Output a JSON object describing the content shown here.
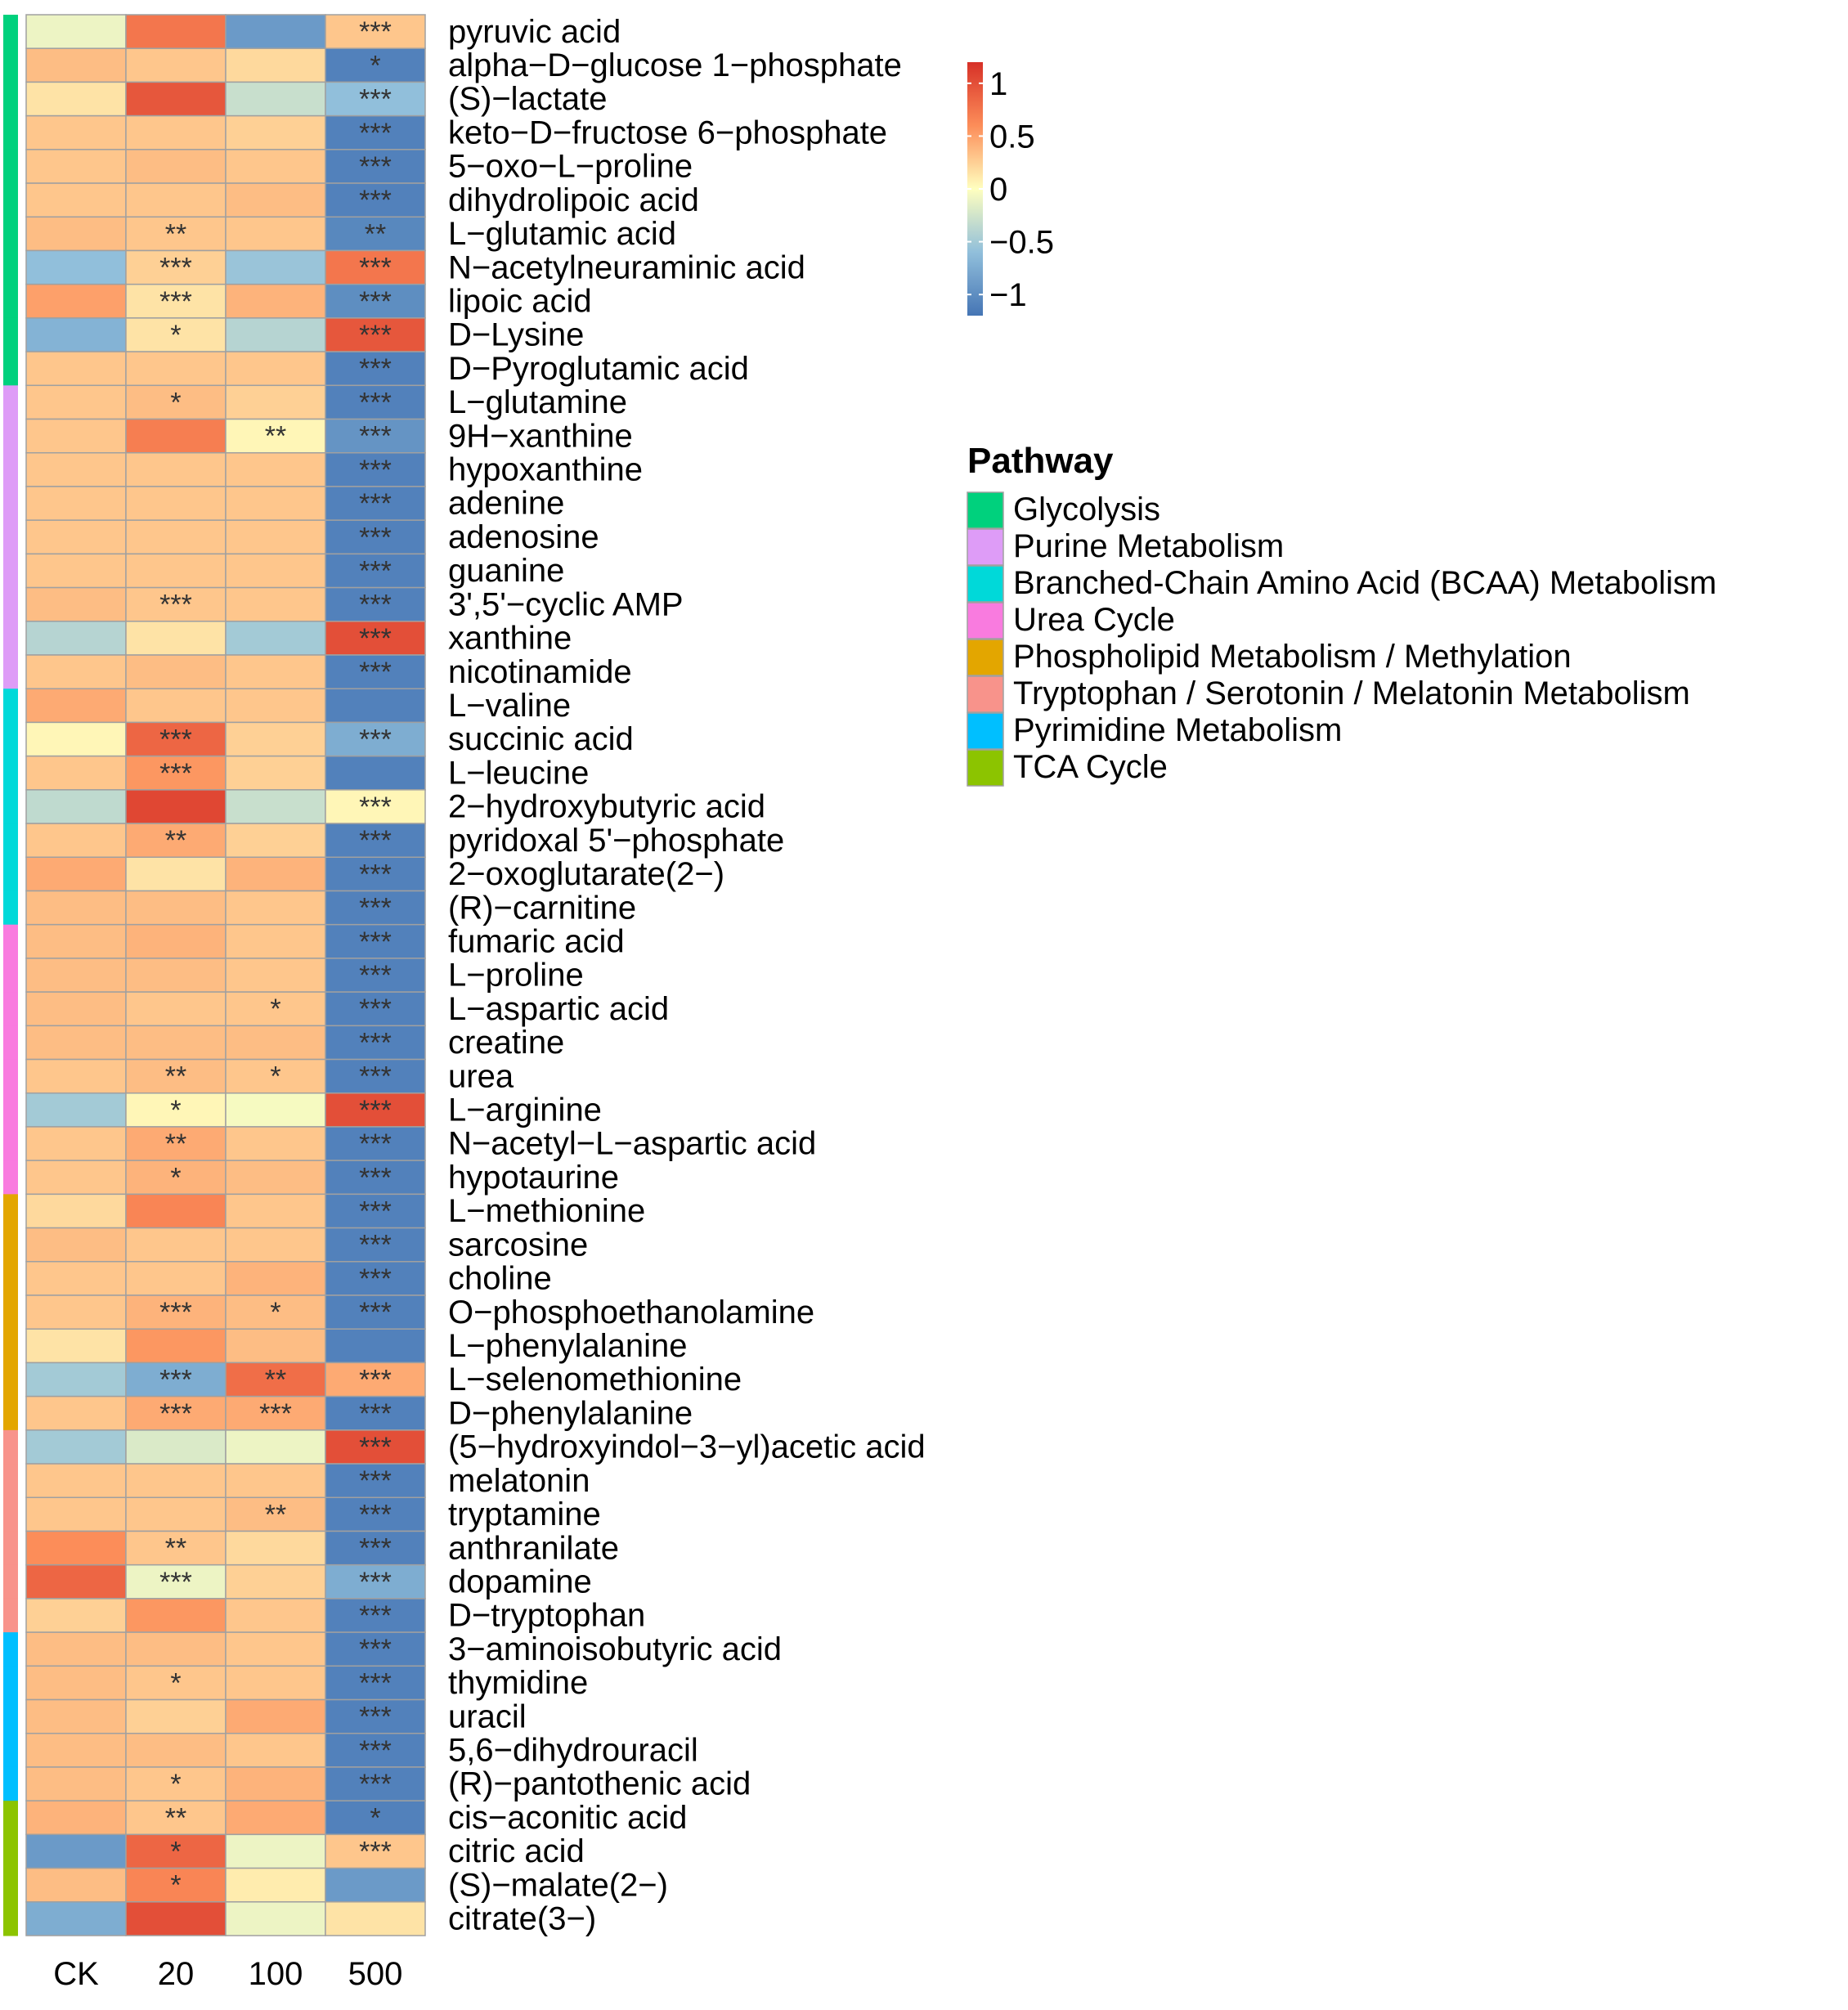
{
  "chart_data": {
    "type": "heatmap",
    "title": "",
    "columns": [
      "CK",
      "20",
      "100",
      "500"
    ],
    "color_scale": {
      "min": -1.2,
      "max": 1.2,
      "ticks": [
        1,
        0.5,
        0,
        -0.5,
        -1
      ],
      "tick_labels": [
        "1",
        "0.5",
        "0",
        "−0.5",
        "−1"
      ],
      "low_color": "#4575B4",
      "mid_color": "#FFFFBF",
      "high_color": "#D73027"
    },
    "legend_title": "Pathway",
    "pathways": [
      {
        "name": "Glycolysis",
        "color": "#00D17D"
      },
      {
        "name": "Purine Metabolism",
        "color": "#DE9CF7"
      },
      {
        "name": "Branched-Chain Amino Acid (BCAA) Metabolism",
        "color": "#00D9D9"
      },
      {
        "name": "Urea Cycle",
        "color": "#F97BDF"
      },
      {
        "name": "Phospholipid Metabolism / Methylation",
        "color": "#E3A600"
      },
      {
        "name": "Tryptophan / Serotonin / Melatonin Metabolism",
        "color": "#F8938B"
      },
      {
        "name": "Pyrimidine Metabolism",
        "color": "#00BFFF"
      },
      {
        "name": "TCA Cycle",
        "color": "#8CC400"
      }
    ],
    "rows": [
      {
        "name": "pyruvic acid",
        "pathway": 0,
        "values": [
          -0.1,
          0.75,
          -0.9,
          0.3
        ],
        "stars": [
          "",
          "",
          "",
          "***"
        ]
      },
      {
        "name": "alpha−D−glucose 1−phosphate",
        "pathway": 0,
        "values": [
          0.35,
          0.3,
          0.2,
          -1.1
        ],
        "stars": [
          "",
          "",
          "",
          "*"
        ]
      },
      {
        "name": "(S)−lactate",
        "pathway": 0,
        "values": [
          0.15,
          0.95,
          -0.3,
          -0.6
        ],
        "stars": [
          "",
          "",
          "",
          "***"
        ]
      },
      {
        "name": "keto−D−fructose 6−phosphate",
        "pathway": 0,
        "values": [
          0.3,
          0.3,
          0.25,
          -1.1
        ],
        "stars": [
          "",
          "",
          "",
          "***"
        ]
      },
      {
        "name": "5−oxo−L−proline",
        "pathway": 0,
        "values": [
          0.3,
          0.35,
          0.3,
          -1.1
        ],
        "stars": [
          "",
          "",
          "",
          "***"
        ]
      },
      {
        "name": "dihydrolipoic acid",
        "pathway": 0,
        "values": [
          0.3,
          0.3,
          0.35,
          -1.1
        ],
        "stars": [
          "",
          "",
          "",
          "***"
        ]
      },
      {
        "name": "L−glutamic acid",
        "pathway": 0,
        "values": [
          0.35,
          0.3,
          0.3,
          -1.05
        ],
        "stars": [
          "",
          "**",
          "",
          "**"
        ]
      },
      {
        "name": "N−acetylneuraminic acid",
        "pathway": 0,
        "values": [
          -0.6,
          0.25,
          -0.55,
          0.75
        ],
        "stars": [
          "",
          "***",
          "",
          "***"
        ]
      },
      {
        "name": "lipoic acid",
        "pathway": 0,
        "values": [
          0.5,
          0.15,
          0.4,
          -1.0
        ],
        "stars": [
          "",
          "***",
          "",
          "***"
        ]
      },
      {
        "name": "D−Lysine",
        "pathway": 0,
        "values": [
          -0.7,
          0.15,
          -0.4,
          0.95
        ],
        "stars": [
          "",
          "*",
          "",
          "***"
        ]
      },
      {
        "name": "D−Pyroglutamic acid",
        "pathway": 0,
        "values": [
          0.3,
          0.3,
          0.3,
          -1.1
        ],
        "stars": [
          "",
          "",
          "",
          "***"
        ]
      },
      {
        "name": "L−glutamine",
        "pathway": 1,
        "values": [
          0.3,
          0.35,
          0.25,
          -1.1
        ],
        "stars": [
          "",
          "*",
          "",
          "***"
        ]
      },
      {
        "name": "9H−xanthine",
        "pathway": 1,
        "values": [
          0.3,
          0.7,
          0.05,
          -0.95
        ],
        "stars": [
          "",
          "",
          "**",
          "***"
        ]
      },
      {
        "name": "hypoxanthine",
        "pathway": 1,
        "values": [
          0.3,
          0.3,
          0.3,
          -1.1
        ],
        "stars": [
          "",
          "",
          "",
          "***"
        ]
      },
      {
        "name": "adenine",
        "pathway": 1,
        "values": [
          0.3,
          0.3,
          0.3,
          -1.1
        ],
        "stars": [
          "",
          "",
          "",
          "***"
        ]
      },
      {
        "name": "adenosine",
        "pathway": 1,
        "values": [
          0.3,
          0.3,
          0.3,
          -1.1
        ],
        "stars": [
          "",
          "",
          "",
          "***"
        ]
      },
      {
        "name": "guanine",
        "pathway": 1,
        "values": [
          0.3,
          0.3,
          0.3,
          -1.1
        ],
        "stars": [
          "",
          "",
          "",
          "***"
        ]
      },
      {
        "name": "3',5'−cyclic AMP",
        "pathway": 1,
        "values": [
          0.35,
          0.3,
          0.3,
          -1.1
        ],
        "stars": [
          "",
          "***",
          "",
          "***"
        ]
      },
      {
        "name": "xanthine",
        "pathway": 1,
        "values": [
          -0.4,
          0.15,
          -0.5,
          1.0
        ],
        "stars": [
          "",
          "",
          "",
          "***"
        ]
      },
      {
        "name": "nicotinamide",
        "pathway": 1,
        "values": [
          0.3,
          0.35,
          0.3,
          -1.1
        ],
        "stars": [
          "",
          "",
          "",
          "***"
        ]
      },
      {
        "name": "L−valine",
        "pathway": 2,
        "values": [
          0.45,
          0.3,
          0.3,
          -1.1
        ],
        "stars": [
          "",
          "",
          "",
          ""
        ]
      },
      {
        "name": "succinic acid",
        "pathway": 2,
        "values": [
          0.05,
          0.85,
          0.25,
          -0.75
        ],
        "stars": [
          "",
          "***",
          "",
          "***"
        ]
      },
      {
        "name": "L−leucine",
        "pathway": 2,
        "values": [
          0.3,
          0.55,
          0.25,
          -1.1
        ],
        "stars": [
          "",
          "***",
          "",
          ""
        ]
      },
      {
        "name": "2−hydroxybutyric acid",
        "pathway": 2,
        "values": [
          -0.35,
          1.05,
          -0.3,
          0.05
        ],
        "stars": [
          "",
          "",
          "",
          "***"
        ]
      },
      {
        "name": "pyridoxal 5'−phosphate",
        "pathway": 2,
        "values": [
          0.3,
          0.45,
          0.25,
          -1.1
        ],
        "stars": [
          "",
          "**",
          "",
          "***"
        ]
      },
      {
        "name": "2−oxoglutarate(2−)",
        "pathway": 2,
        "values": [
          0.45,
          0.15,
          0.4,
          -1.1
        ],
        "stars": [
          "",
          "",
          "",
          "***"
        ]
      },
      {
        "name": "(R)−carnitine",
        "pathway": 2,
        "values": [
          0.35,
          0.35,
          0.3,
          -1.1
        ],
        "stars": [
          "",
          "",
          "",
          "***"
        ]
      },
      {
        "name": "fumaric acid",
        "pathway": 3,
        "values": [
          0.35,
          0.4,
          0.3,
          -1.1
        ],
        "stars": [
          "",
          "",
          "",
          "***"
        ]
      },
      {
        "name": "L−proline",
        "pathway": 3,
        "values": [
          0.35,
          0.35,
          0.3,
          -1.1
        ],
        "stars": [
          "",
          "",
          "",
          "***"
        ]
      },
      {
        "name": "L−aspartic acid",
        "pathway": 3,
        "values": [
          0.35,
          0.3,
          0.3,
          -1.1
        ],
        "stars": [
          "",
          "",
          "*",
          "***"
        ]
      },
      {
        "name": "creatine",
        "pathway": 3,
        "values": [
          0.35,
          0.35,
          0.35,
          -1.1
        ],
        "stars": [
          "",
          "",
          "",
          "***"
        ]
      },
      {
        "name": "urea",
        "pathway": 3,
        "values": [
          0.3,
          0.35,
          0.3,
          -1.1
        ],
        "stars": [
          "",
          "**",
          "*",
          "***"
        ]
      },
      {
        "name": "L−arginine",
        "pathway": 3,
        "values": [
          -0.5,
          0.05,
          -0.05,
          1.0
        ],
        "stars": [
          "",
          "*",
          "",
          "***"
        ]
      },
      {
        "name": "N−acetyl−L−aspartic acid",
        "pathway": 3,
        "values": [
          0.3,
          0.45,
          0.3,
          -1.1
        ],
        "stars": [
          "",
          "**",
          "",
          "***"
        ]
      },
      {
        "name": "hypotaurine",
        "pathway": 3,
        "values": [
          0.3,
          0.4,
          0.35,
          -1.1
        ],
        "stars": [
          "",
          "*",
          "",
          "***"
        ]
      },
      {
        "name": "L−methionine",
        "pathway": 4,
        "values": [
          0.2,
          0.65,
          0.3,
          -1.1
        ],
        "stars": [
          "",
          "",
          "",
          "***"
        ]
      },
      {
        "name": "sarcosine",
        "pathway": 4,
        "values": [
          0.35,
          0.3,
          0.3,
          -1.1
        ],
        "stars": [
          "",
          "",
          "",
          "***"
        ]
      },
      {
        "name": "choline",
        "pathway": 4,
        "values": [
          0.3,
          0.3,
          0.4,
          -1.1
        ],
        "stars": [
          "",
          "",
          "",
          "***"
        ]
      },
      {
        "name": "O−phosphoethanolamine",
        "pathway": 4,
        "values": [
          0.3,
          0.4,
          0.35,
          -1.1
        ],
        "stars": [
          "",
          "***",
          "*",
          "***"
        ]
      },
      {
        "name": "L−phenylalanine",
        "pathway": 4,
        "values": [
          0.15,
          0.55,
          0.35,
          -1.1
        ],
        "stars": [
          "",
          "",
          "",
          ""
        ]
      },
      {
        "name": "L−selenomethionine",
        "pathway": 4,
        "values": [
          -0.5,
          -0.75,
          0.8,
          0.45
        ],
        "stars": [
          "",
          "***",
          "**",
          "***"
        ]
      },
      {
        "name": "D−phenylalanine",
        "pathway": 4,
        "values": [
          0.3,
          0.45,
          0.45,
          -1.1
        ],
        "stars": [
          "",
          "***",
          "***",
          "***"
        ]
      },
      {
        "name": "(5−hydroxyindol−3−yl)acetic acid",
        "pathway": 5,
        "values": [
          -0.5,
          -0.2,
          -0.1,
          1.0
        ],
        "stars": [
          "",
          "",
          "",
          "***"
        ]
      },
      {
        "name": "melatonin",
        "pathway": 5,
        "values": [
          0.3,
          0.3,
          0.3,
          -1.1
        ],
        "stars": [
          "",
          "",
          "",
          "***"
        ]
      },
      {
        "name": "tryptamine",
        "pathway": 5,
        "values": [
          0.3,
          0.3,
          0.35,
          -1.1
        ],
        "stars": [
          "",
          "",
          "**",
          "***"
        ]
      },
      {
        "name": "anthranilate",
        "pathway": 5,
        "values": [
          0.6,
          0.3,
          0.2,
          -1.1
        ],
        "stars": [
          "",
          "**",
          "",
          "***"
        ]
      },
      {
        "name": "dopamine",
        "pathway": 5,
        "values": [
          0.85,
          -0.1,
          0.25,
          -0.75
        ],
        "stars": [
          "",
          "***",
          "",
          "***"
        ]
      },
      {
        "name": "D−tryptophan",
        "pathway": 5,
        "values": [
          0.25,
          0.55,
          0.3,
          -1.1
        ],
        "stars": [
          "",
          "",
          "",
          "***"
        ]
      },
      {
        "name": "3−aminoisobutyric acid",
        "pathway": 6,
        "values": [
          0.35,
          0.35,
          0.3,
          -1.1
        ],
        "stars": [
          "",
          "",
          "",
          "***"
        ]
      },
      {
        "name": "thymidine",
        "pathway": 6,
        "values": [
          0.35,
          0.3,
          0.3,
          -1.1
        ],
        "stars": [
          "",
          "*",
          "",
          "***"
        ]
      },
      {
        "name": "uracil",
        "pathway": 6,
        "values": [
          0.35,
          0.25,
          0.45,
          -1.1
        ],
        "stars": [
          "",
          "",
          "",
          "***"
        ]
      },
      {
        "name": "5,6−dihydrouracil",
        "pathway": 6,
        "values": [
          0.35,
          0.35,
          0.3,
          -1.1
        ],
        "stars": [
          "",
          "",
          "",
          "***"
        ]
      },
      {
        "name": "(R)−pantothenic acid",
        "pathway": 6,
        "values": [
          0.35,
          0.3,
          0.4,
          -1.1
        ],
        "stars": [
          "",
          "*",
          "",
          "***"
        ]
      },
      {
        "name": "cis−aconitic acid",
        "pathway": 7,
        "values": [
          0.4,
          0.3,
          0.45,
          -1.1
        ],
        "stars": [
          "",
          "**",
          "",
          "*"
        ]
      },
      {
        "name": "citric acid",
        "pathway": 7,
        "values": [
          -0.9,
          0.85,
          -0.1,
          0.3
        ],
        "stars": [
          "",
          "*",
          "",
          "***"
        ]
      },
      {
        "name": "(S)−malate(2−)",
        "pathway": 7,
        "values": [
          0.35,
          0.65,
          0.1,
          -0.9
        ],
        "stars": [
          "",
          "*",
          "",
          ""
        ]
      },
      {
        "name": "citrate(3−)",
        "pathway": 7,
        "values": [
          -0.75,
          1.0,
          -0.1,
          0.15
        ],
        "stars": [
          "",
          "",
          "",
          ""
        ]
      }
    ]
  }
}
